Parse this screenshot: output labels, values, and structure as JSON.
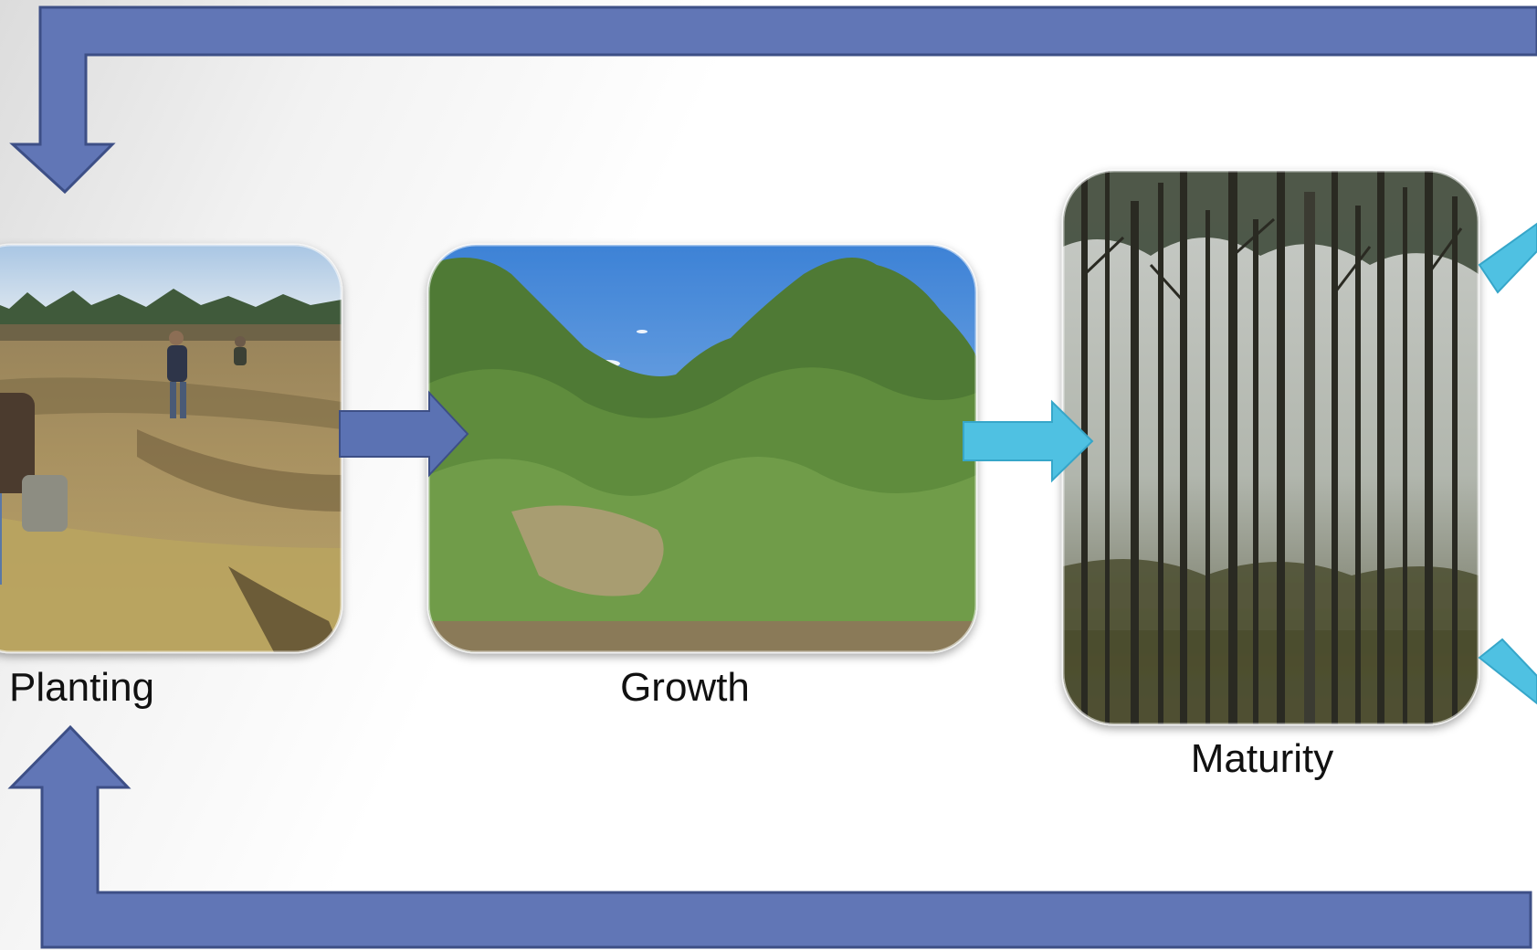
{
  "stages": {
    "planting": {
      "label": "Planting"
    },
    "growth": {
      "label": "Growth"
    },
    "maturity": {
      "label": "Maturity"
    }
  },
  "colors": {
    "cycle_arrow": "#6176B6",
    "cycle_arrow_outline": "#3D4F86",
    "step_arrow_dark": "#5B72B3",
    "step_arrow_light": "#4FC1E2",
    "step_arrow_light_outline": "#36A6C9"
  },
  "icons": [
    "planting-photo",
    "growth-photo",
    "maturity-photo",
    "arrow-icon"
  ]
}
